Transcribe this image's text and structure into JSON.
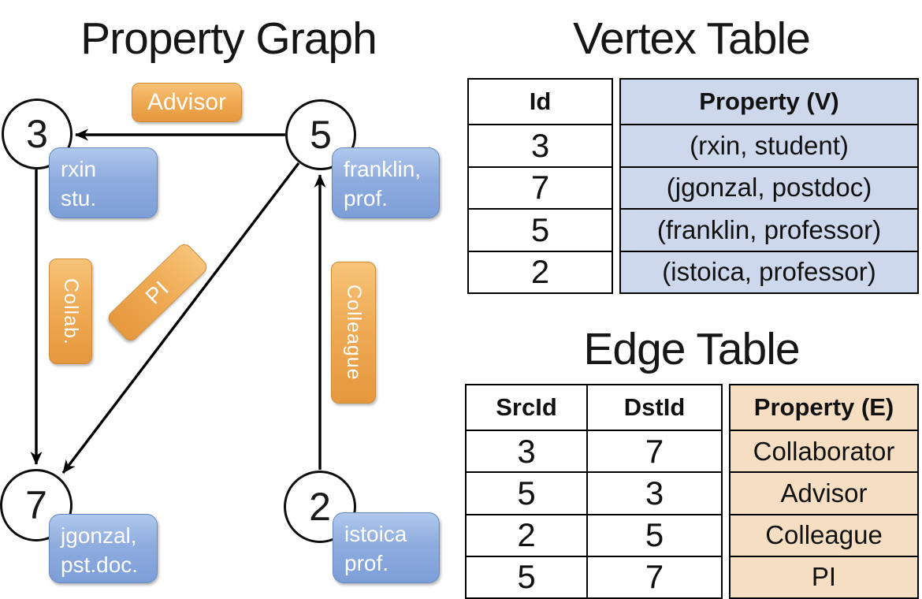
{
  "colors": {
    "orange": "#EFA751",
    "orange_border": "#CE8C36",
    "blue": "#7C9ED8",
    "blue_border": "#6787BE",
    "vertex_property_fill": "#CDD8EC",
    "edge_property_fill": "#F6DEC3",
    "line": "#000000"
  },
  "graph": {
    "title": "Property Graph",
    "nodes": [
      {
        "id": "3"
      },
      {
        "id": "5"
      },
      {
        "id": "7"
      },
      {
        "id": "2"
      }
    ],
    "edge_labels": {
      "advisor": "Advisor",
      "collab": "Collab.",
      "pi": "PI",
      "colleague": "Colleague"
    },
    "property_boxes": [
      {
        "lines": [
          "rxin",
          "stu."
        ]
      },
      {
        "lines": [
          "franklin,",
          "prof."
        ]
      },
      {
        "lines": [
          "jgonzal,",
          "pst.doc."
        ]
      },
      {
        "lines": [
          "istoica",
          "prof."
        ]
      }
    ]
  },
  "vertex_table": {
    "title": "Vertex Table",
    "columns": {
      "id": "Id",
      "property": "Property (V)"
    },
    "rows": [
      {
        "id": "3",
        "property": "(rxin, student)"
      },
      {
        "id": "7",
        "property": "(jgonzal, postdoc)"
      },
      {
        "id": "5",
        "property": "(franklin, professor)"
      },
      {
        "id": "2",
        "property": "(istoica, professor)"
      }
    ]
  },
  "edge_table": {
    "title": "Edge Table",
    "columns": {
      "src": "SrcId",
      "dst": "DstId",
      "property": "Property (E)"
    },
    "rows": [
      {
        "src": "3",
        "dst": "7",
        "property": "Collaborator"
      },
      {
        "src": "5",
        "dst": "3",
        "property": "Advisor"
      },
      {
        "src": "2",
        "dst": "5",
        "property": "Colleague"
      },
      {
        "src": "5",
        "dst": "7",
        "property": "PI"
      }
    ]
  }
}
